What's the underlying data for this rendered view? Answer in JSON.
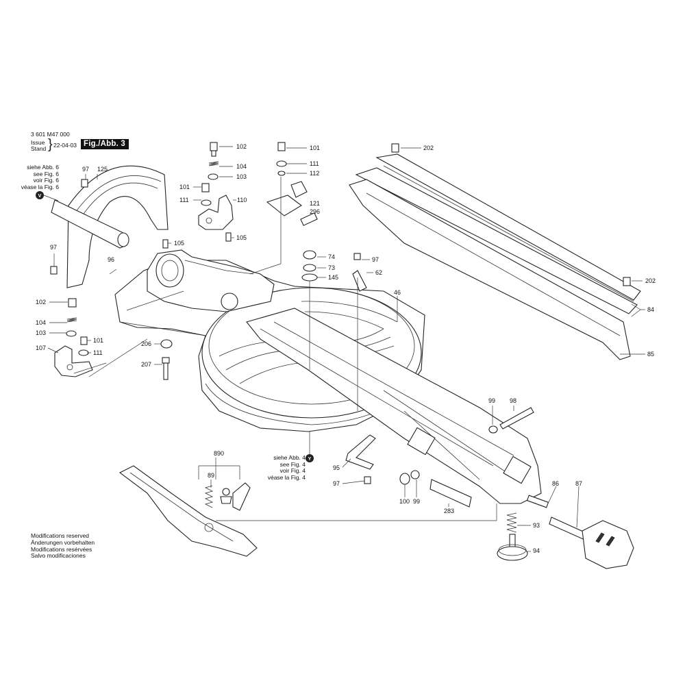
{
  "header": {
    "doc_number": "3 601 M47 000",
    "issue_label": "Issue",
    "stand_label": "Stand",
    "issue_date": "22-04-03",
    "figure_label": "Fig./Abb. 3"
  },
  "ref_abb6": {
    "line1": "siehe Abb. 6",
    "line2": "see Fig. 6",
    "line3": "voir Fig. 6",
    "line4": "véase la Fig. 6",
    "badge": "V"
  },
  "ref_abb4": {
    "line1": "siehe Abb. 4",
    "line2": "see Fig. 4",
    "line3": "voir Fig. 4",
    "line4": "véase la Fig. 4",
    "badge": "Y"
  },
  "modifications": {
    "de_short": "Modifications reserved",
    "de": "Änderungen vorbehalten",
    "fr": "Modifications resérvées",
    "es": "Salvo modificaciones"
  },
  "part_numbers": [
    "102",
    "104",
    "103",
    "101",
    "111",
    "110",
    "105",
    "101",
    "111",
    "112",
    "121",
    "296",
    "202",
    "97",
    "125",
    "96",
    "97",
    "105",
    "74",
    "73",
    "145",
    "97",
    "62",
    "46",
    "202",
    "84",
    "85",
    "102",
    "104",
    "103",
    "101",
    "111",
    "107",
    "206",
    "207",
    "99",
    "98",
    "95",
    "97",
    "100",
    "99",
    "283",
    "86",
    "87",
    "93",
    "94",
    "890",
    "89"
  ]
}
